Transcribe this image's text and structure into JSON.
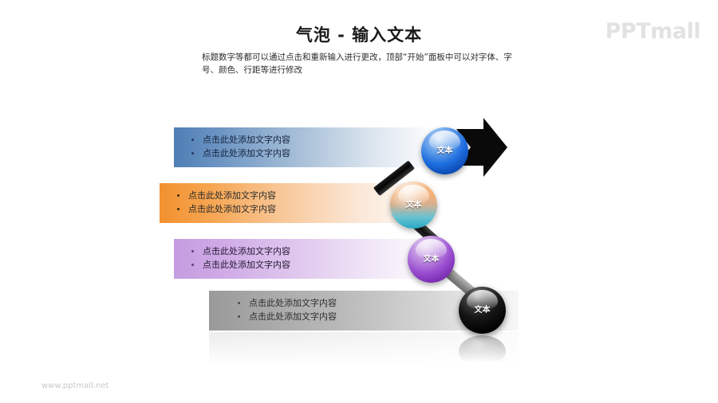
{
  "header": {
    "title": "气泡 - 输入文本",
    "subtitle": "标题数字等都可以通过点击和重新输入进行更改，顶部“开始”面板中可以对字体、字号、颜色、行距等进行修改"
  },
  "branding": {
    "logo_text": "PPTmall",
    "logo_color": "#e2e2e2",
    "footer_url": "www.pptmall.net",
    "footer_color": "#c9c9c9"
  },
  "icons": {
    "arrow": "right-arrow-icon"
  },
  "rows": [
    {
      "id": "blue",
      "accent_color": "#4f7eb5",
      "bullets": [
        "点击此处添加文字内容",
        "点击此处添加文字内容"
      ],
      "sphere_label": "文本",
      "sphere_color": "#1f6fe0"
    },
    {
      "id": "orange",
      "accent_color": "#f2912f",
      "bullets": [
        "点击此处添加文字内容",
        "点击此处添加文字内容"
      ],
      "sphere_label": "文本",
      "sphere_color": "#f3b079"
    },
    {
      "id": "purple",
      "accent_color": "#c49ce0",
      "bullets": [
        "点击此处添加文字内容",
        "点击此处添加文字内容"
      ],
      "sphere_label": "文本",
      "sphere_color": "#9b4fd0"
    },
    {
      "id": "gray",
      "accent_color": "#9a9a9a",
      "bullets": [
        "点击此处添加文字内容",
        "点击此处添加文字内容"
      ],
      "sphere_label": "文本",
      "sphere_color": "#151515"
    }
  ]
}
